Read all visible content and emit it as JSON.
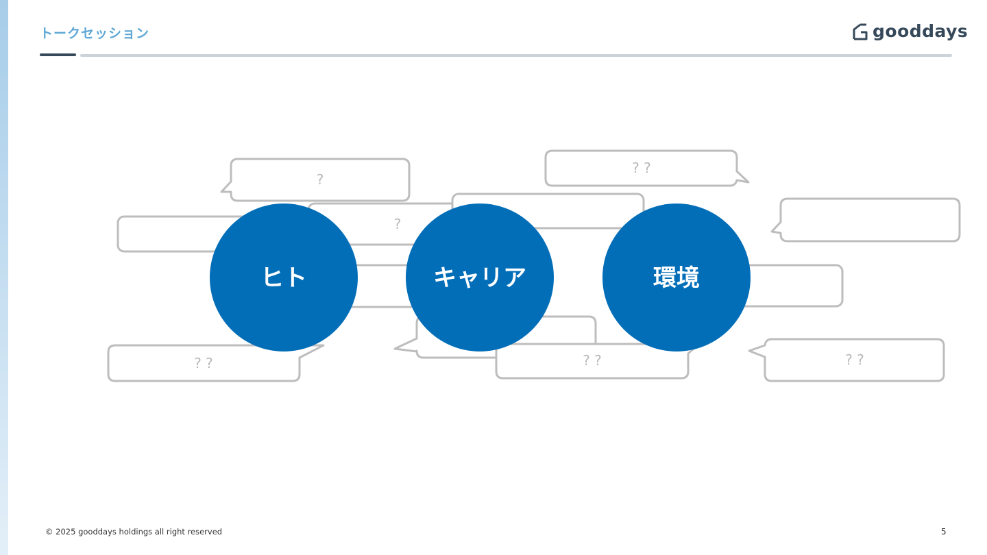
{
  "header": {
    "title": "トークセッション",
    "logo_text": "gooddays"
  },
  "bubbles": [
    {
      "text": "?"
    },
    {
      "text": ""
    },
    {
      "text": "?"
    },
    {
      "text": ""
    },
    {
      "text": "? ?"
    },
    {
      "text": ""
    },
    {
      "text": "? ?"
    },
    {
      "text": ""
    },
    {
      "text": ""
    },
    {
      "text": ""
    },
    {
      "text": "? ?"
    },
    {
      "text": "? ?"
    }
  ],
  "circles": [
    {
      "label": "ヒト"
    },
    {
      "label": "キャリア"
    },
    {
      "label": "環境"
    }
  ],
  "colors": {
    "circle": "#036EB8",
    "bubble_stroke": "#bdbdbd",
    "title": "#5ea7d6"
  },
  "footer": {
    "copyright": "© 2025 gooddays holdings all right reserved",
    "page_number": "5"
  }
}
